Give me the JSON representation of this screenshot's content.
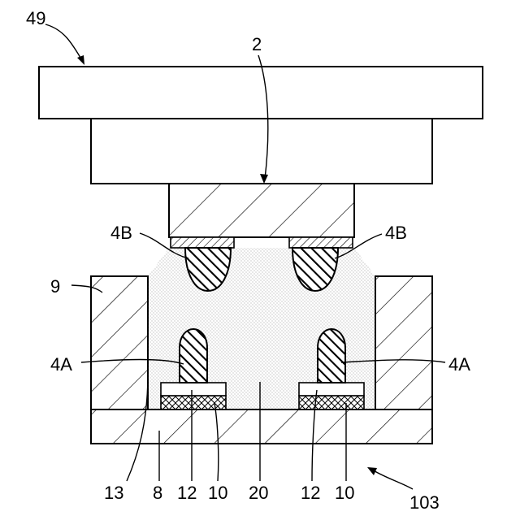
{
  "labels": {
    "ref_49": "49",
    "ref_2": "2",
    "ref_4B_left": "4B",
    "ref_4B_right": "4B",
    "ref_9": "9",
    "ref_4A_left": "4A",
    "ref_4A_right": "4A",
    "ref_13": "13",
    "ref_8": "8",
    "ref_12_left": "12",
    "ref_10_left": "10",
    "ref_20": "20",
    "ref_12_right": "12",
    "ref_10_right": "10",
    "ref_103": "103"
  },
  "colors": {
    "stroke": "#000000",
    "background": "#ffffff",
    "dot": "#8a8a8a"
  }
}
